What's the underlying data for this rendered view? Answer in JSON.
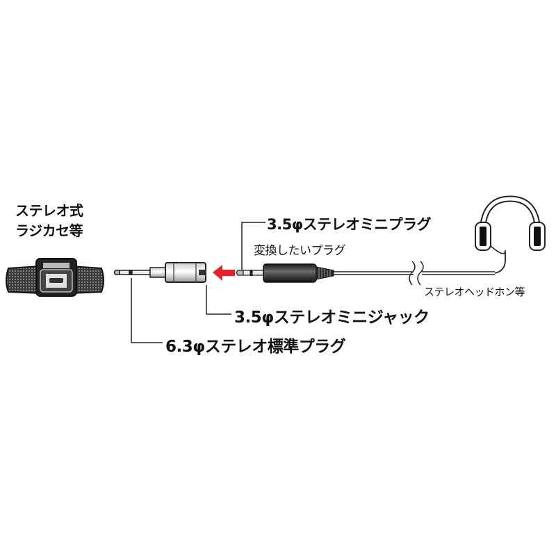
{
  "labels": {
    "radio_line1": "ステレオ式",
    "radio_line2": "ラジカセ等",
    "mini_plug": "3.5φステレオミニプラグ",
    "convert_plug": "変換したいプラグ",
    "headphones": "ステレオヘッドホン等",
    "mini_jack": "3.5φステレオミニジャック",
    "standard_plug": "6.3φステレオ標準プラグ"
  },
  "colors": {
    "arrow": "#e8202a",
    "line": "#222222"
  }
}
